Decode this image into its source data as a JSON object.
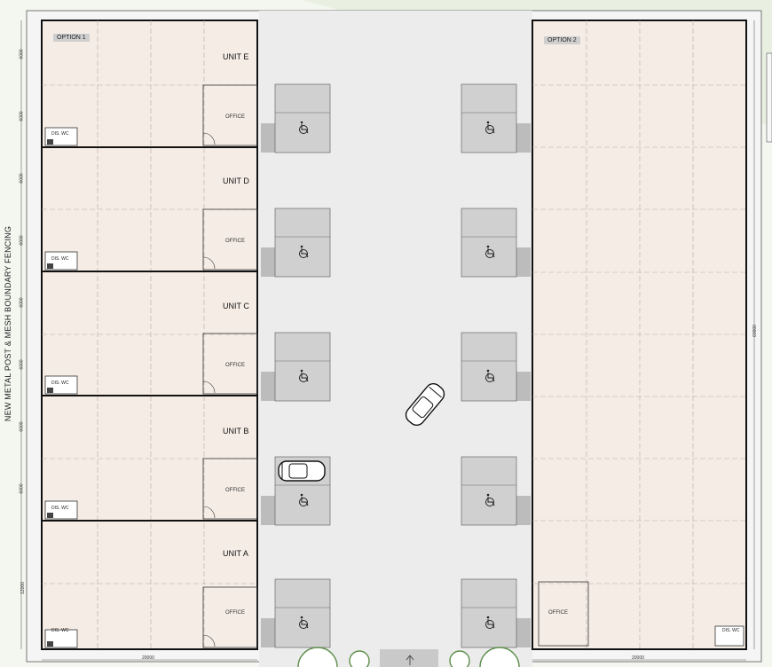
{
  "fence_label": "NEW METAL POST & MESH BOUNDARY FENCING",
  "option1": "OPTION 1",
  "option2": "OPTION 2",
  "units": [
    "UNIT E",
    "UNIT D",
    "UNIT C",
    "UNIT B",
    "UNIT A"
  ],
  "office_label": "OFFICE",
  "wc_label": "DIS. WC",
  "dim_width": "20000",
  "dim_left_sides": [
    "6000",
    "6000",
    "6000",
    "6000",
    "6000",
    "6000",
    "6000",
    "6000",
    "12000"
  ],
  "dim_right": "60000",
  "colors": {
    "unit_fill": "#f5ece5",
    "road": "#ececec",
    "bay": "#d0d0d0",
    "pavement": "#bcbcbc",
    "grass": "#e9f0e2",
    "wall": "#111111",
    "trees": "#7ea86a"
  }
}
